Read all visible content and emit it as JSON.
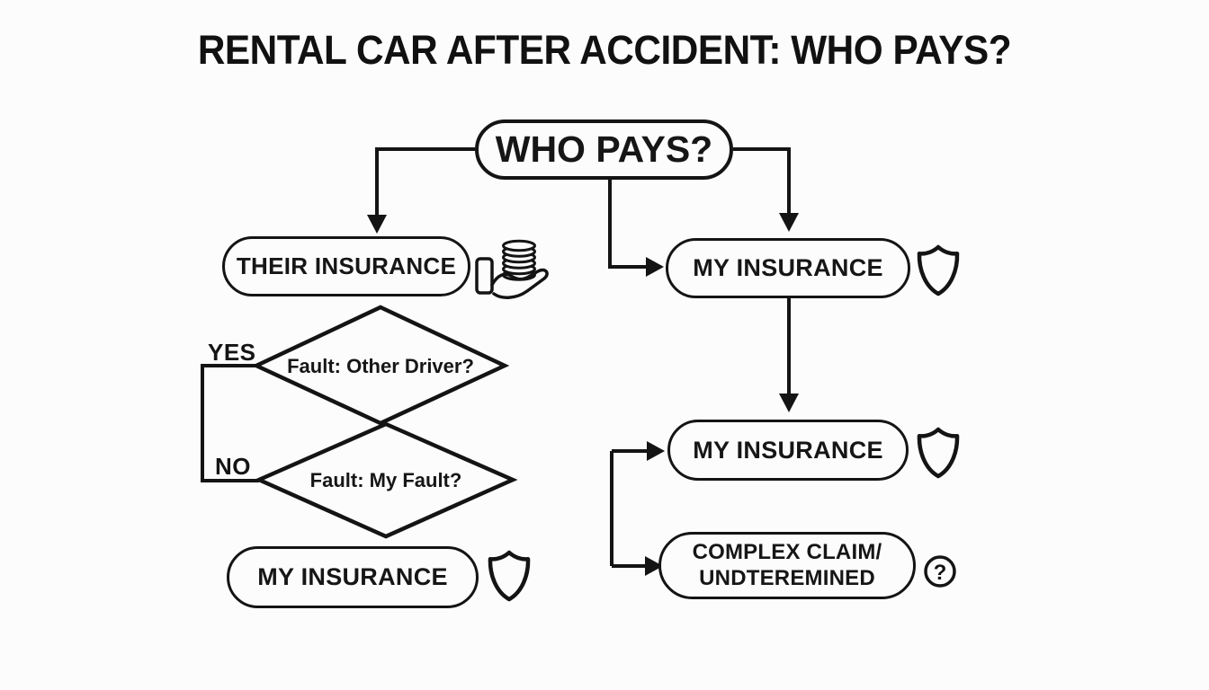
{
  "title": "RENTAL CAR AFTER ACCIDENT: WHO PAYS?",
  "nodes": {
    "who_pays": {
      "label": "WHO PAYS?"
    },
    "their_insurance": {
      "label": "THEIR INSURANCE",
      "icon": "hand-coins-icon"
    },
    "my_insurance_top_right": {
      "label": "MY INSURANCE",
      "icon": "shield-icon"
    },
    "decision_fault_other_driver": {
      "label": "Fault: Other Driver?"
    },
    "decision_fault_my_fault": {
      "label": "Fault: My Fault?"
    },
    "my_insurance_bottom_left": {
      "label": "MY INSURANCE",
      "icon": "shield-icon"
    },
    "my_insurance_mid_right": {
      "label": "MY INSURANCE",
      "icon": "shield-icon"
    },
    "complex_claim": {
      "label_line1": "COMPLEX CLAIM/",
      "label_line2": "UNDTEREMINED",
      "icon": "question-circle-icon"
    }
  },
  "edge_labels": {
    "yes": "YES",
    "no": "NO"
  },
  "icons": {
    "question_mark": "?"
  },
  "colors": {
    "background": "#fcfcfc",
    "ink": "#141414"
  }
}
